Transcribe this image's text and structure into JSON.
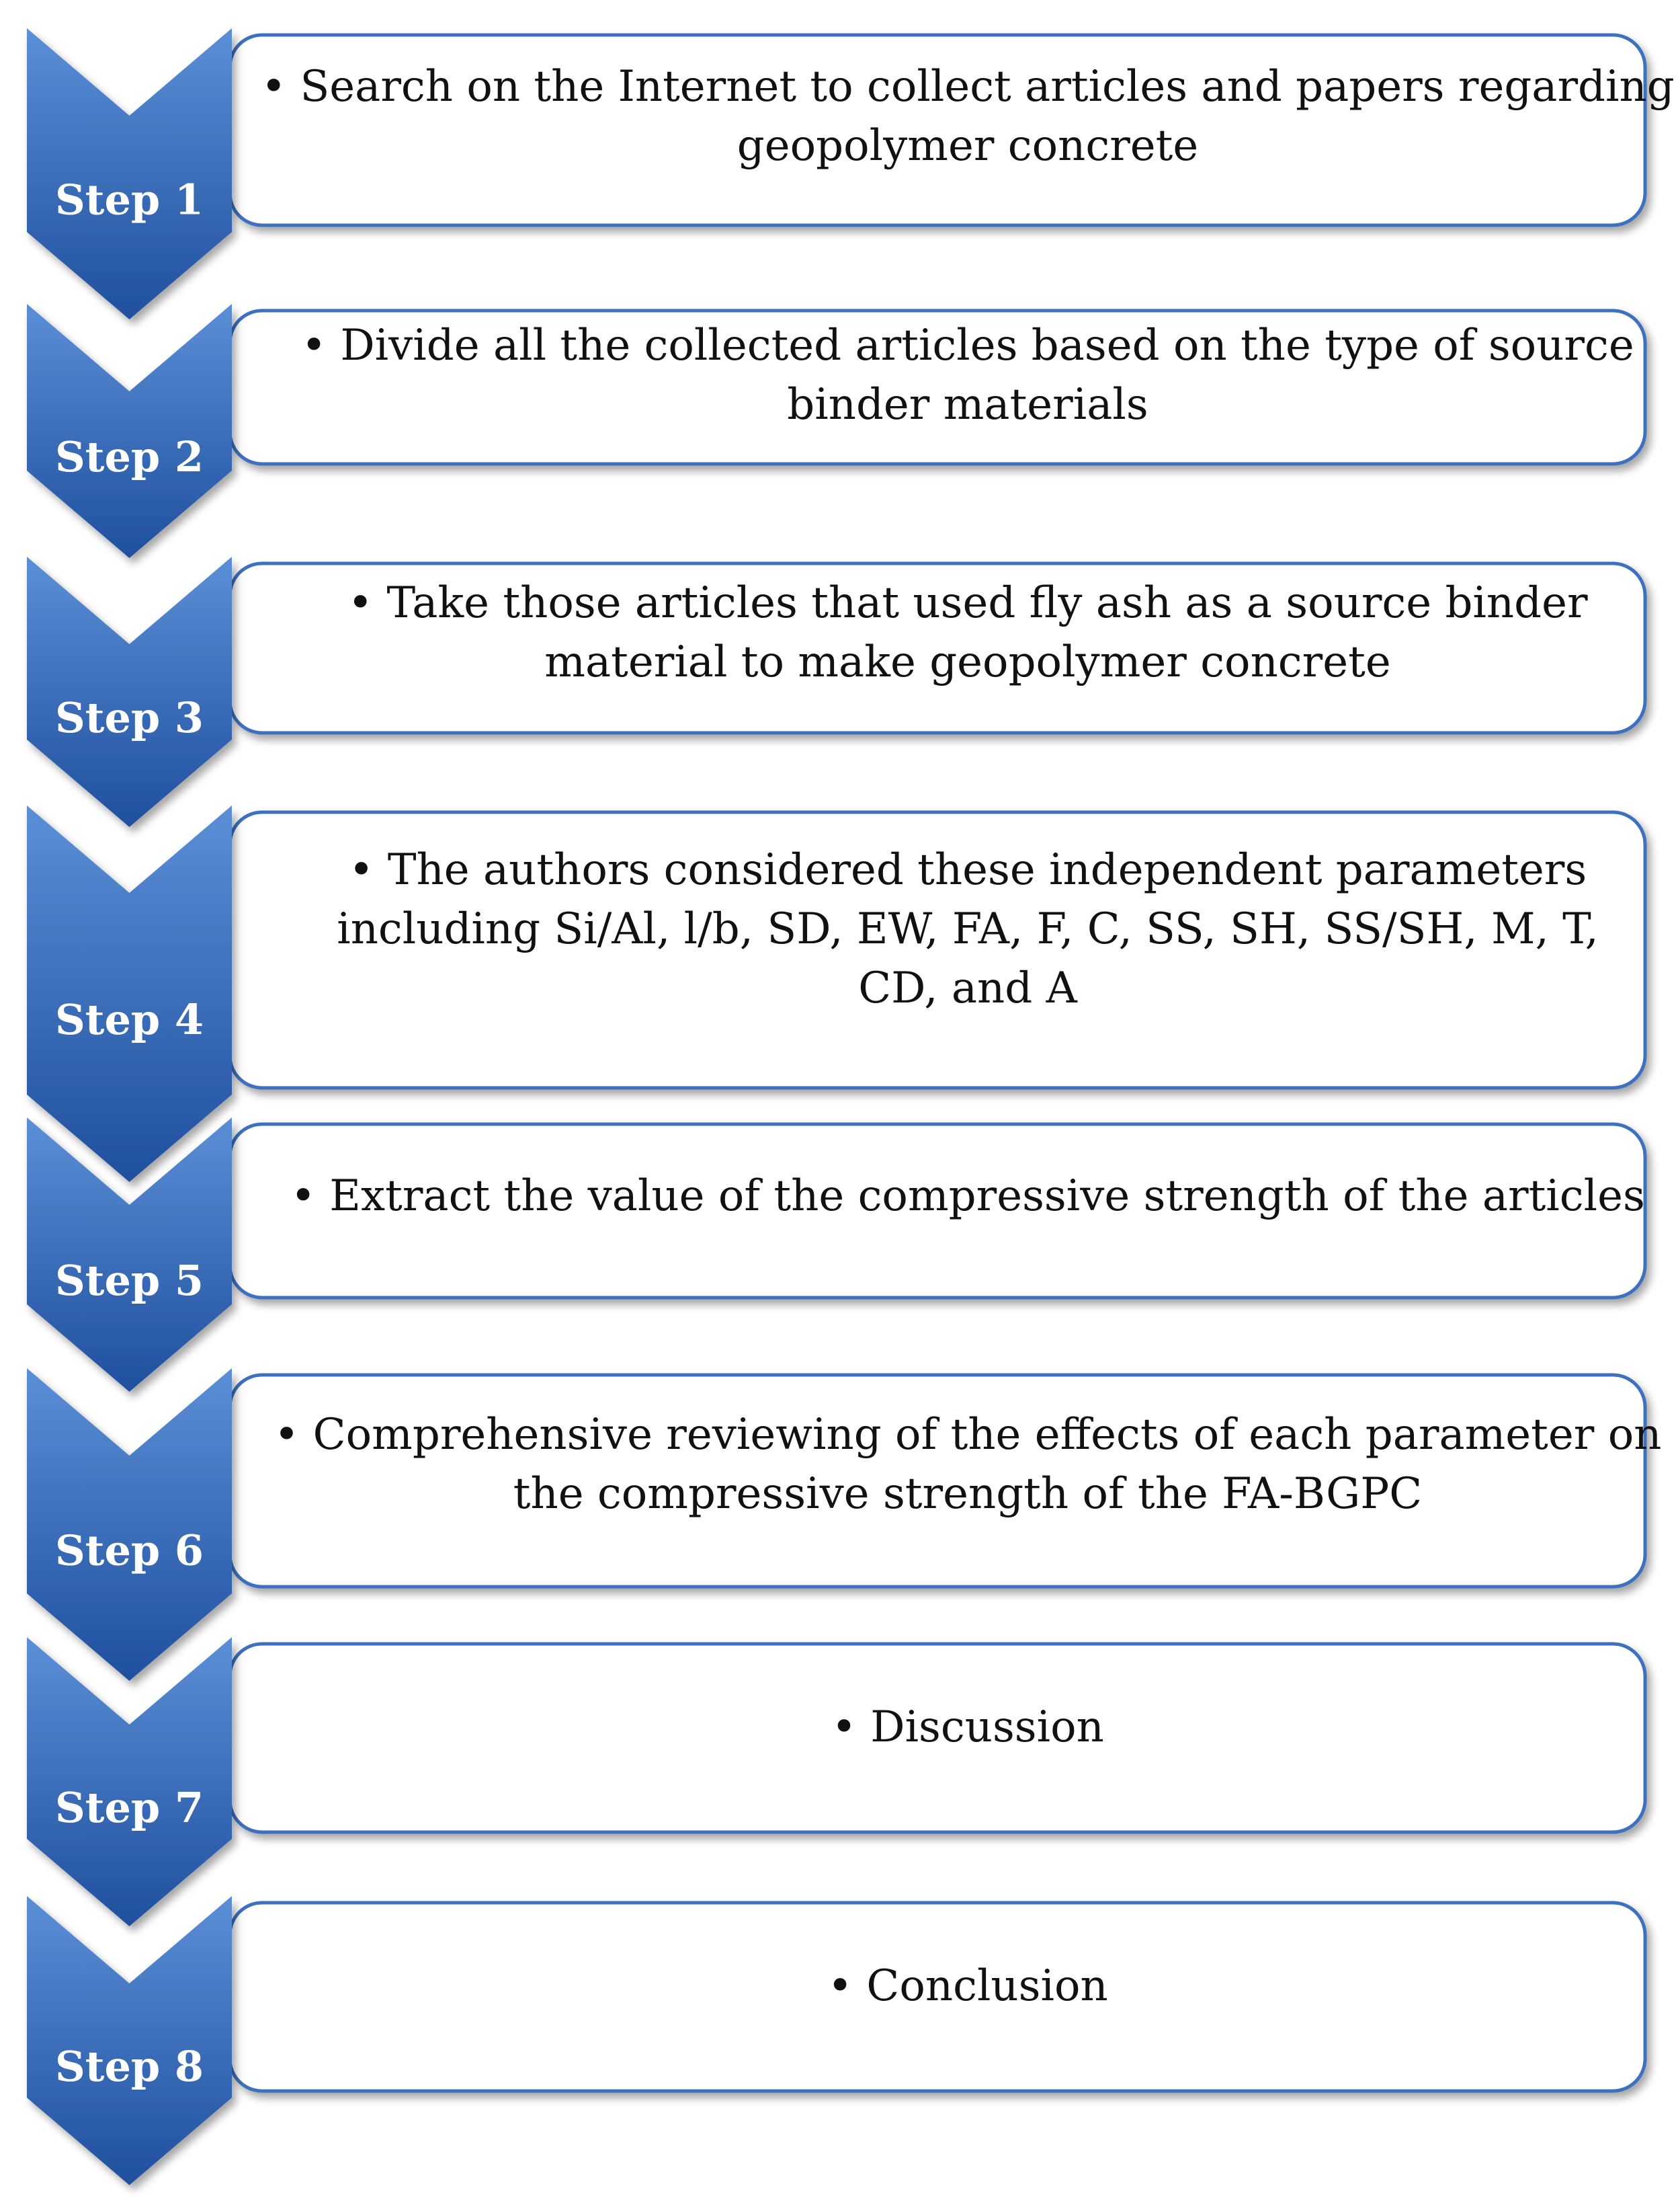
{
  "colors": {
    "chevron_top": "#5b8fd6",
    "chevron_bottom": "#1f4f9e",
    "box_border": "#3c6fbf",
    "box_fill": "#ffffff",
    "text": "#111111"
  },
  "steps": [
    {
      "label": "Step 1",
      "lines": [
        "• Search on the Internet to collect articles and papers regarding",
        "geopolymer concrete"
      ]
    },
    {
      "label": "Step 2",
      "lines": [
        "• Divide all the collected articles based on the type of source",
        "binder materials"
      ]
    },
    {
      "label": "Step 3",
      "lines": [
        "• Take those articles that used fly ash as a source binder",
        "material to make geopolymer concrete"
      ]
    },
    {
      "label": "Step 4",
      "lines": [
        "• The authors considered these independent  parameters",
        "including Si/Al, l/b, SD, EW, FA, F, C, SS, SH, SS/SH, M, T,",
        "CD, and A"
      ]
    },
    {
      "label": "Step 5",
      "lines": [
        "• Extract the value of the compressive strength of  the articles"
      ]
    },
    {
      "label": "Step 6",
      "lines": [
        "• Comprehensive reviewing of the effects of each parameter on",
        "the compressive strength of the FA-BGPC"
      ]
    },
    {
      "label": "Step 7",
      "lines": [
        "• Discussion"
      ]
    },
    {
      "label": "Step 8",
      "lines": [
        "• Conclusion"
      ]
    }
  ]
}
